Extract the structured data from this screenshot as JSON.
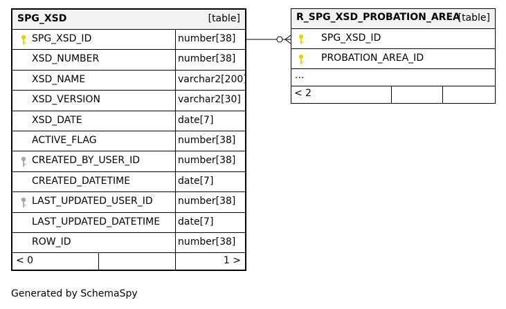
{
  "table_a": {
    "name": "SPG_XSD",
    "kind": "[table]",
    "columns": [
      {
        "name": "SPG_XSD_ID",
        "type": "number[38]",
        "key": "primary"
      },
      {
        "name": "XSD_NUMBER",
        "type": "number[38]",
        "key": ""
      },
      {
        "name": "XSD_NAME",
        "type": "varchar2[200]",
        "key": ""
      },
      {
        "name": "XSD_VERSION",
        "type": "varchar2[30]",
        "key": ""
      },
      {
        "name": "XSD_DATE",
        "type": "date[7]",
        "key": ""
      },
      {
        "name": "ACTIVE_FLAG",
        "type": "number[38]",
        "key": ""
      },
      {
        "name": "CREATED_BY_USER_ID",
        "type": "number[38]",
        "key": "foreign"
      },
      {
        "name": "CREATED_DATETIME",
        "type": "date[7]",
        "key": ""
      },
      {
        "name": "LAST_UPDATED_USER_ID",
        "type": "number[38]",
        "key": "foreign"
      },
      {
        "name": "LAST_UPDATED_DATETIME",
        "type": "date[7]",
        "key": ""
      },
      {
        "name": "ROW_ID",
        "type": "number[38]",
        "key": ""
      }
    ],
    "footer_left": "< 0",
    "footer_right": "1 >"
  },
  "table_b": {
    "name": "R_SPG_XSD_PROBATION_AREA",
    "kind": "[table]",
    "columns": [
      {
        "name": "SPG_XSD_ID",
        "key": "primary"
      },
      {
        "name": "PROBATION_AREA_ID",
        "key": "primary"
      }
    ],
    "more": "...",
    "footer_left": "< 2"
  },
  "colors": {
    "primary_key": "#e6d300",
    "foreign_key": "#a6a6a6",
    "header_bg": "#f2f2f2"
  },
  "generated_by": "Generated by SchemaSpy"
}
